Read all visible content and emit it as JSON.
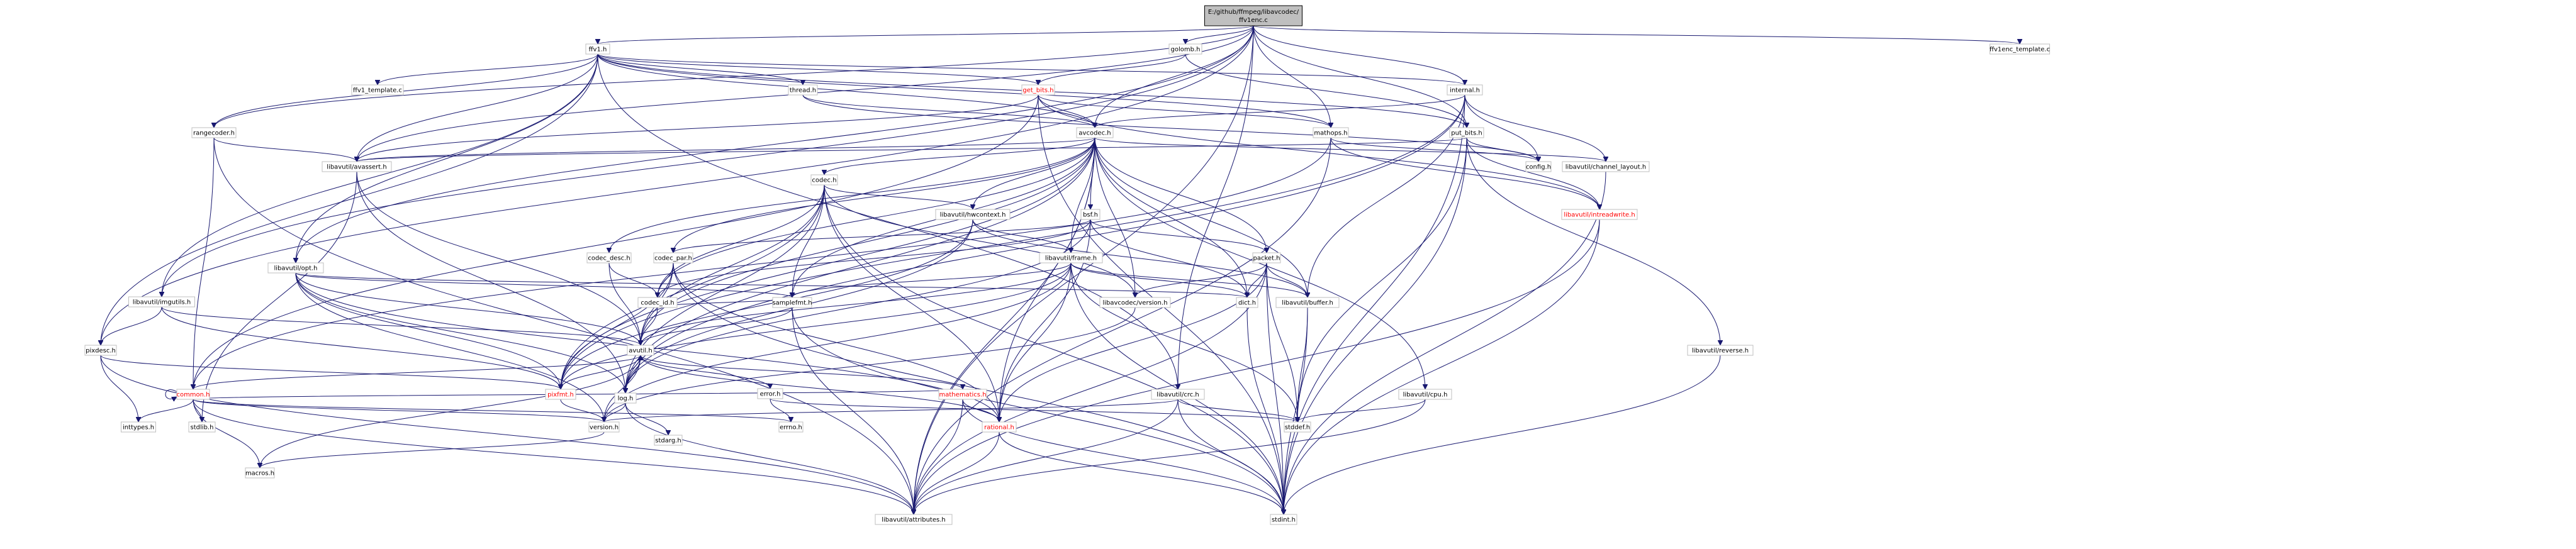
{
  "graph": {
    "colors": {
      "background": "#ffffff",
      "node_fill": "#ffffff",
      "node_border": "#bfbfbf",
      "root_fill": "#bfbfbf",
      "root_border": "#000000",
      "edge": "#191970",
      "red_text": "#ff0000"
    },
    "nodes": [
      {
        "id": "root",
        "label": "E:/github/ffmpeg/libavcodec/ffv1enc.c",
        "style": "root"
      },
      {
        "id": "ffv1h",
        "label": "ffv1.h"
      },
      {
        "id": "golombh",
        "label": "golomb.h"
      },
      {
        "id": "ffv1tpl",
        "label": "ffv1enc_template.c"
      },
      {
        "id": "ffv1tc",
        "label": "ffv1_template.c"
      },
      {
        "id": "threadh",
        "label": "thread.h"
      },
      {
        "id": "getbits",
        "label": "get_bits.h",
        "style": "red"
      },
      {
        "id": "internal",
        "label": "internal.h"
      },
      {
        "id": "rangecoder",
        "label": "rangecoder.h"
      },
      {
        "id": "avcodec",
        "label": "avcodec.h"
      },
      {
        "id": "mathops",
        "label": "mathops.h"
      },
      {
        "id": "putbits",
        "label": "put_bits.h"
      },
      {
        "id": "configh",
        "label": "config.h"
      },
      {
        "id": "avassert",
        "label": "libavutil/avassert.h"
      },
      {
        "id": "codech",
        "label": "codec.h"
      },
      {
        "id": "chlayout",
        "label": "libavutil/channel_layout.h"
      },
      {
        "id": "intread",
        "label": "libavutil/intreadwrite.h",
        "style": "red"
      },
      {
        "id": "hwcontext",
        "label": "libavutil/hwcontext.h"
      },
      {
        "id": "bsfh",
        "label": "bsf.h"
      },
      {
        "id": "codecdesc",
        "label": "codec_desc.h"
      },
      {
        "id": "codecpar",
        "label": "codec_par.h"
      },
      {
        "id": "frameh",
        "label": "libavutil/frame.h"
      },
      {
        "id": "packeth",
        "label": "packet.h"
      },
      {
        "id": "optp",
        "label": "libavutil/opt.h"
      },
      {
        "id": "imgutils",
        "label": "libavutil/imgutils.h"
      },
      {
        "id": "codecid",
        "label": "codec_id.h"
      },
      {
        "id": "samplefmt",
        "label": "samplefmt.h"
      },
      {
        "id": "dicth",
        "label": "dict.h"
      },
      {
        "id": "bufferh",
        "label": "libavutil/buffer.h"
      },
      {
        "id": "lavcver",
        "label": "libavcodec/version.h"
      },
      {
        "id": "reverse",
        "label": "libavutil/reverse.h"
      },
      {
        "id": "pixdesc",
        "label": "pixdesc.h"
      },
      {
        "id": "avutil",
        "label": "avutil.h"
      },
      {
        "id": "common",
        "label": "common.h",
        "style": "red"
      },
      {
        "id": "pixfmt",
        "label": "pixfmt.h",
        "style": "red"
      },
      {
        "id": "logh",
        "label": "log.h"
      },
      {
        "id": "errorh",
        "label": "error.h"
      },
      {
        "id": "mathem",
        "label": "mathematics.h",
        "style": "red"
      },
      {
        "id": "crch",
        "label": "libavutil/crc.h"
      },
      {
        "id": "cpuh",
        "label": "libavutil/cpu.h"
      },
      {
        "id": "inttypes",
        "label": "inttypes.h"
      },
      {
        "id": "stdlib",
        "label": "stdlib.h"
      },
      {
        "id": "versionh",
        "label": "version.h"
      },
      {
        "id": "stdarg",
        "label": "stdarg.h"
      },
      {
        "id": "errno",
        "label": "errno.h"
      },
      {
        "id": "rationalh",
        "label": "rational.h",
        "style": "red"
      },
      {
        "id": "stddef",
        "label": "stddef.h"
      },
      {
        "id": "macros",
        "label": "macros.h"
      },
      {
        "id": "attributes",
        "label": "libavutil/attributes.h"
      },
      {
        "id": "stdint",
        "label": "stdint.h"
      }
    ]
  }
}
